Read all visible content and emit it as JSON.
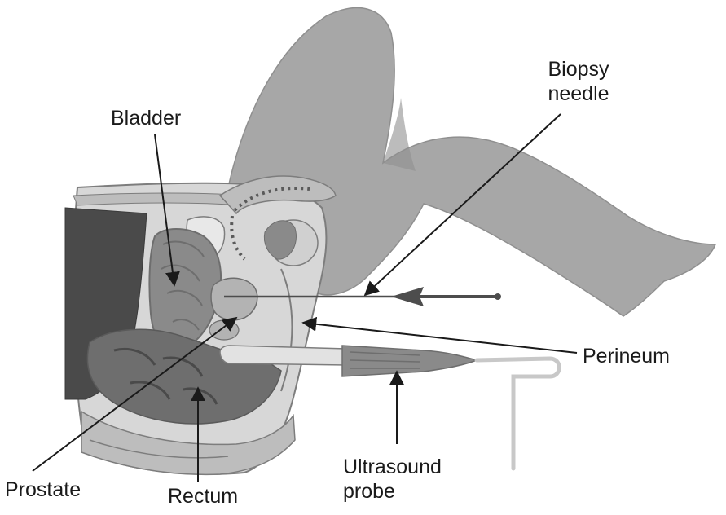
{
  "labels": {
    "bladder": "Bladder",
    "biopsy_needle": [
      "Biopsy",
      "needle"
    ],
    "perineum": "Perineum",
    "prostate": "Prostate",
    "rectum": "Rectum",
    "ultrasound_probe": [
      "Ultrasound",
      "probe"
    ]
  },
  "colors": {
    "skin": "#a7a7a7",
    "skin_dark": "#8f8f8f",
    "outline": "#7d7d7d",
    "tissue_light": "#d7d7d7",
    "tissue_mid": "#bdbdbd",
    "organ": "#8a8a8a",
    "organ_dark": "#6e6e6e",
    "cavity": "#4a4a4a",
    "pointer": "#1a1a1a",
    "probe": "#e2e2e2",
    "needle": "#4d4d4d"
  }
}
